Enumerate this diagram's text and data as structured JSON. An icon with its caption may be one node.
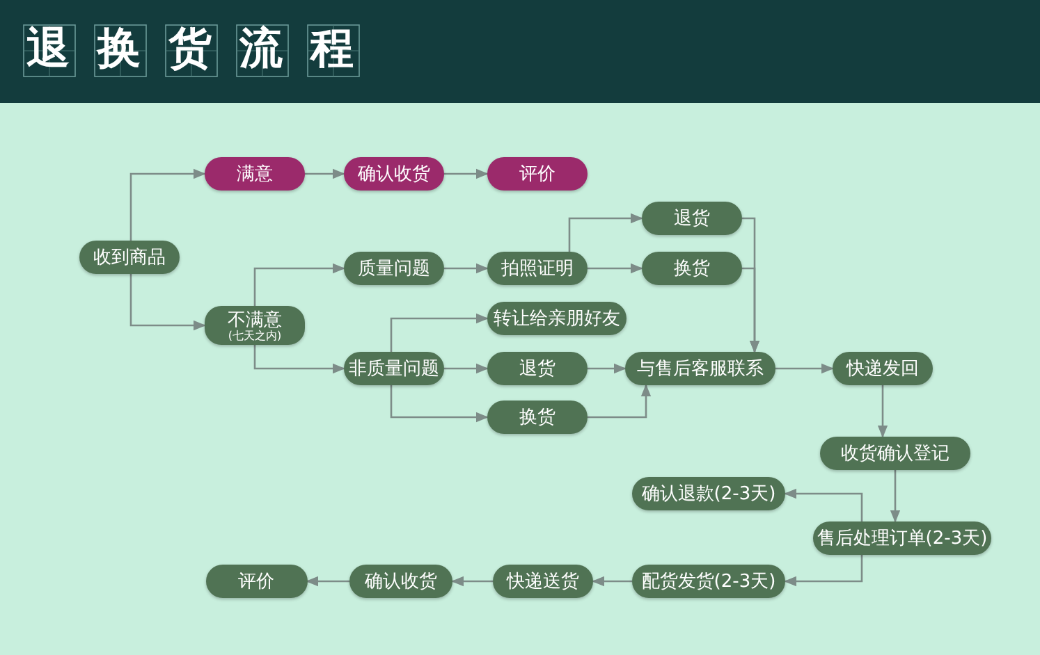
{
  "diagram": {
    "title": "退换货流程",
    "nodes": [
      {
        "text": [
          "收到商品"
        ]
      },
      {
        "text": [
          "满意"
        ]
      },
      {
        "text": [
          "确认收货"
        ]
      },
      {
        "text": [
          "评价"
        ]
      },
      {
        "text": [
          "不满意",
          "(七天之内)"
        ]
      },
      {
        "text": [
          "质量问题"
        ]
      },
      {
        "text": [
          "拍照证明"
        ]
      },
      {
        "text": [
          "退货"
        ]
      },
      {
        "text": [
          "换货"
        ]
      },
      {
        "text": [
          "非质量问题"
        ]
      },
      {
        "text": [
          "转让给亲朋好友"
        ]
      },
      {
        "text": [
          "退货"
        ]
      },
      {
        "text": [
          "换货"
        ]
      },
      {
        "text": [
          "与售后客服联系"
        ]
      },
      {
        "text": [
          "快递发回"
        ]
      },
      {
        "text": [
          "收货确认登记"
        ]
      },
      {
        "text": [
          "售后处理订单(2-3天)"
        ]
      },
      {
        "text": [
          "确认退款(2-3天)"
        ]
      },
      {
        "text": [
          "配货发货(2-3天)"
        ]
      },
      {
        "text": [
          "快递送货"
        ]
      },
      {
        "text": [
          "确认收货"
        ]
      },
      {
        "text": [
          "评价"
        ]
      }
    ],
    "edges": [
      {
        "from": 0,
        "to": 1,
        "arrow": "to"
      },
      {
        "from": 0,
        "to": 4,
        "arrow": "to"
      },
      {
        "from": 1,
        "to": 2,
        "arrow": "to"
      },
      {
        "from": 2,
        "to": 3,
        "arrow": "to"
      },
      {
        "from": 4,
        "to": 5,
        "arrow": "to"
      },
      {
        "from": 4,
        "to": 9,
        "arrow": "to"
      },
      {
        "from": 5,
        "to": 6,
        "arrow": "to"
      },
      {
        "from": 6,
        "to": 7,
        "arrow": "to"
      },
      {
        "from": 6,
        "to": 8,
        "arrow": "to"
      },
      {
        "from": 7,
        "to": 13,
        "arrow": "to"
      },
      {
        "from": 8,
        "to": 13,
        "arrow": "to"
      },
      {
        "from": 9,
        "to": 10,
        "arrow": "to"
      },
      {
        "from": 9,
        "to": 11,
        "arrow": "to"
      },
      {
        "from": 9,
        "to": 12,
        "arrow": "to"
      },
      {
        "from": 11,
        "to": 13,
        "arrow": "to"
      },
      {
        "from": 12,
        "to": 13,
        "arrow": "to"
      },
      {
        "from": 13,
        "to": 14,
        "arrow": "to"
      },
      {
        "from": 14,
        "to": 15,
        "arrow": "to"
      },
      {
        "from": 15,
        "to": 16,
        "arrow": "to"
      },
      {
        "from": 16,
        "to": 17,
        "arrow": "to"
      },
      {
        "from": 16,
        "to": 18,
        "arrow": "to"
      },
      {
        "from": 18,
        "to": 19,
        "arrow": "to"
      },
      {
        "from": 19,
        "to": 20,
        "arrow": "to"
      },
      {
        "from": 20,
        "to": 21,
        "arrow": "to"
      }
    ]
  }
}
